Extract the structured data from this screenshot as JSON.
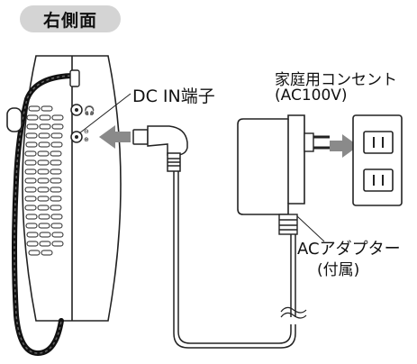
{
  "header": {
    "title": "右側面"
  },
  "labels": {
    "dc_in": "DC IN端子",
    "outlet": "家庭用コンセント",
    "outlet_spec": "(AC100V)",
    "adapter": "ACアダプター",
    "adapter_note": "(付属)"
  },
  "colors": {
    "badge_bg": "#d4d4d4",
    "arrow": "#8a8a8a",
    "line": "#222222"
  }
}
